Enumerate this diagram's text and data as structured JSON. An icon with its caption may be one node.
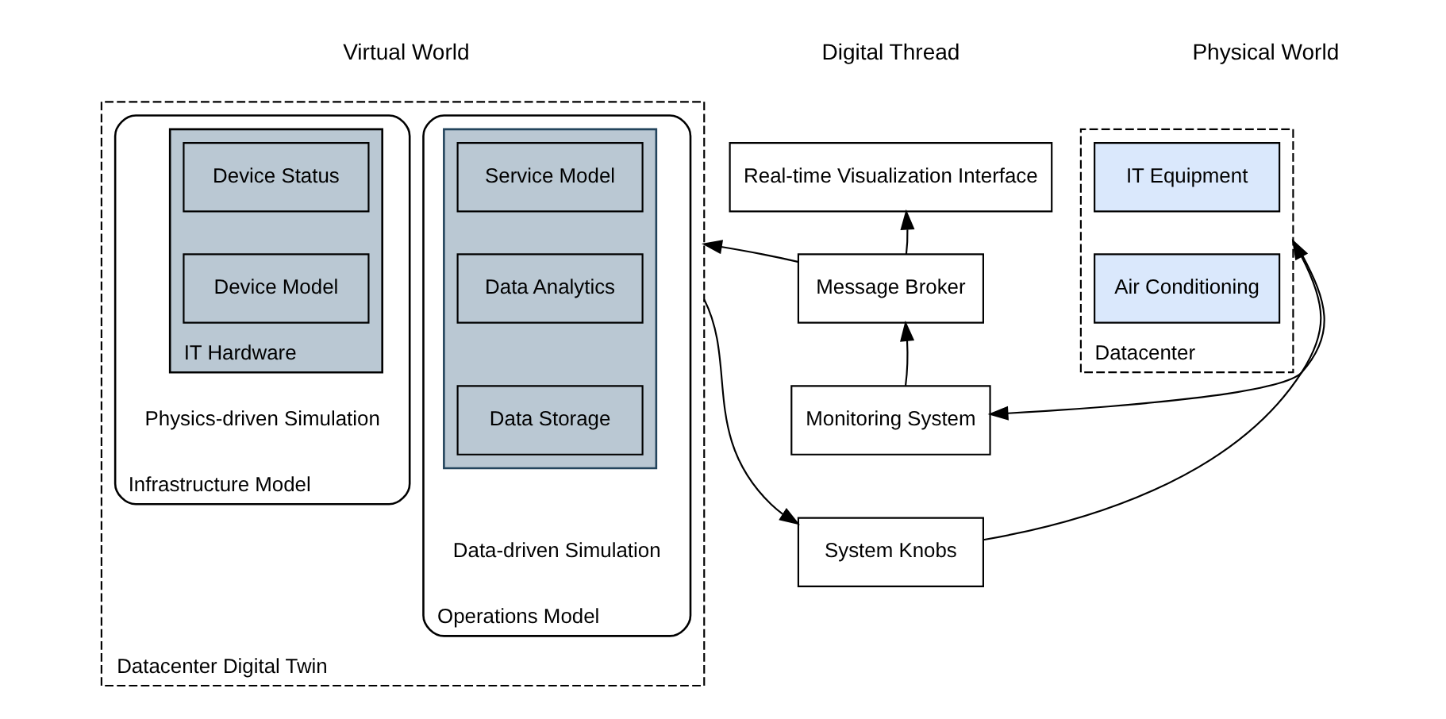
{
  "diagram": {
    "nodes": [
      {
        "text": [
          "Datacenter Digital Twin"
        ]
      },
      {
        "text": [
          "Infrastructure Model"
        ],
        "in": 0
      },
      {
        "text": [
          "IT Hardware"
        ],
        "in": 1,
        "beside": [
          "Physics-driven Simulation"
        ]
      },
      {
        "text": [
          "Device Status"
        ],
        "in": 2
      },
      {
        "text": [
          "Device Model"
        ],
        "in": 2
      },
      {
        "text": [
          "Operations Model"
        ],
        "in": 0
      },
      {
        "text": [],
        "shape": "box",
        "in": 5,
        "beside": [
          "Data-driven Simulation"
        ]
      },
      {
        "text": [
          "Service Model"
        ],
        "in": 6
      },
      {
        "text": [
          "Data Analytics"
        ],
        "in": 6
      },
      {
        "text": [
          "Data Storage"
        ],
        "in": 6
      },
      {
        "text": [
          "Real-time Visualization Interface"
        ]
      },
      {
        "text": [
          "Message Broker"
        ]
      },
      {
        "text": [
          "Monitoring System"
        ]
      },
      {
        "text": [
          "System Knobs"
        ]
      },
      {
        "text": [
          "Datacenter"
        ]
      },
      {
        "text": [
          "IT Equipment"
        ],
        "in": 14
      },
      {
        "text": [
          "Air Conditioning"
        ],
        "in": 14
      }
    ],
    "edges": [
      {
        "from": 11,
        "to": 10,
        "arrow": "to"
      },
      {
        "from": 12,
        "to": 11,
        "arrow": "to"
      },
      {
        "from": 11,
        "to": 0,
        "arrow": "to"
      },
      {
        "from": 14,
        "to": 12,
        "arrow": "to"
      },
      {
        "from": 0,
        "to": 13,
        "arrow": "to"
      },
      {
        "from": 13,
        "to": 14,
        "arrow": "to"
      }
    ],
    "labels": [
      "Virtual World",
      "Digital Thread",
      "Physical World"
    ]
  }
}
